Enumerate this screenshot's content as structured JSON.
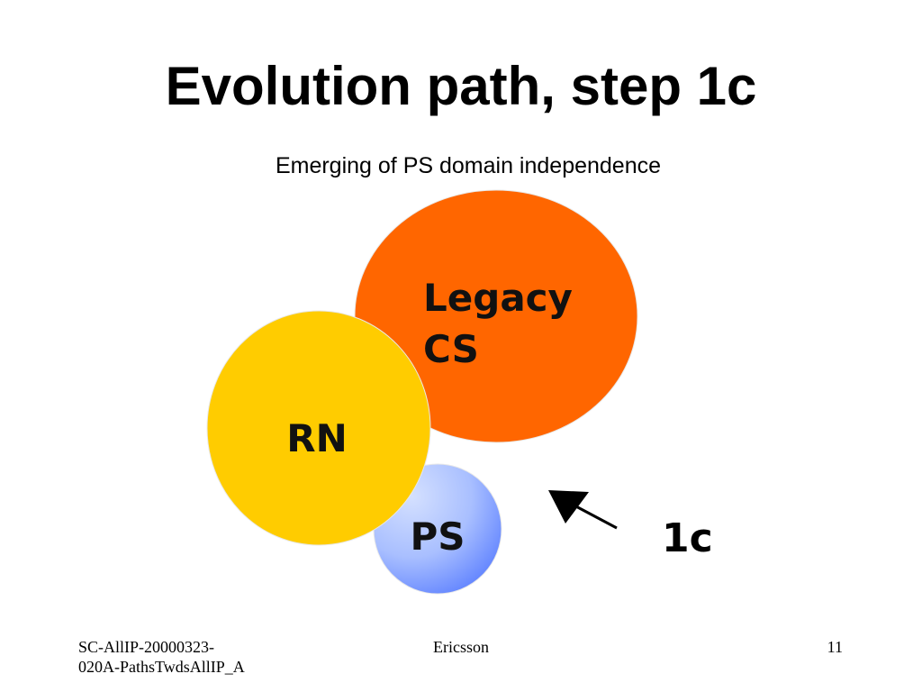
{
  "slide": {
    "title": "Evolution path, step 1c",
    "subtitle": "Emerging of PS domain independence"
  },
  "diagram": {
    "nodes": [
      {
        "id": "legacy-cs",
        "label_line1": "Legacy",
        "label_line2": "CS",
        "color": "#FF6600"
      },
      {
        "id": "rn",
        "label": "RN",
        "color": "#FFCC00"
      },
      {
        "id": "ps",
        "label": "PS",
        "color_light": "#C8D8FF",
        "color_dark": "#6688FF"
      }
    ],
    "arrow_label": "1c"
  },
  "footer": {
    "left": "SC-AllIP-20000323-020A-PathsTwdsAllIP_A",
    "center": "Ericsson",
    "page_number": "11"
  }
}
